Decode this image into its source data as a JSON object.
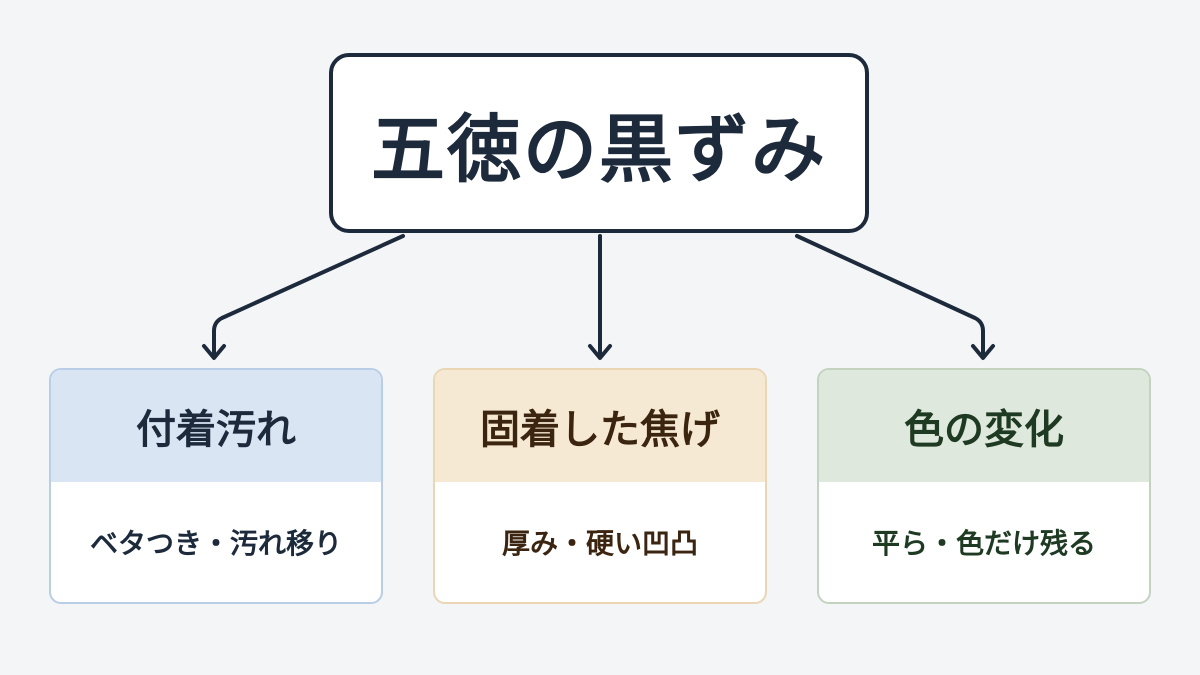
{
  "root": {
    "title": "五徳の黒ずみ"
  },
  "branches": [
    {
      "heading": "付着汚れ",
      "description": "ベタつき・汚れ移り",
      "colors": {
        "header_bg": "#dae5f4",
        "border": "#b9cde6",
        "text": "#1c2a3c"
      }
    },
    {
      "heading": "固着した焦げ",
      "description": "厚み・硬い凹凸",
      "colors": {
        "header_bg": "#f6e9d3",
        "border": "#ead6b4",
        "text": "#3b2410"
      }
    },
    {
      "heading": "色の変化",
      "description": "平ら・色だけ残る",
      "colors": {
        "header_bg": "#dfe8dc",
        "border": "#c3d3bf",
        "text": "#1f3a22"
      }
    }
  ],
  "colors": {
    "background": "#f4f5f7",
    "connector": "#1c2a3c"
  }
}
